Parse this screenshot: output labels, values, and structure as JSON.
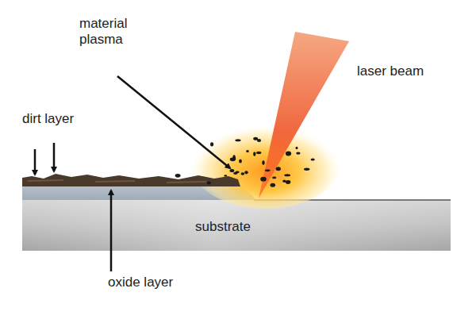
{
  "diagram": {
    "labels": [
      "material plasma",
      "laser beam",
      "dirt layer",
      "substrate",
      "oxide layer"
    ]
  }
}
